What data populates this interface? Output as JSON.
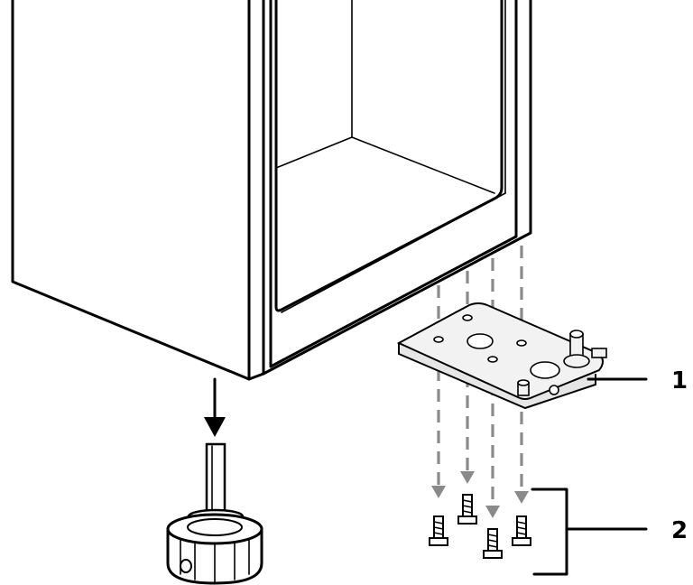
{
  "callouts": [
    {
      "id": "1",
      "label": "1"
    },
    {
      "id": "2",
      "label": "2"
    }
  ],
  "colors": {
    "outline": "#000000",
    "guide_dashes": "#8a8a8a",
    "part_fill": "#f2f2f2"
  }
}
